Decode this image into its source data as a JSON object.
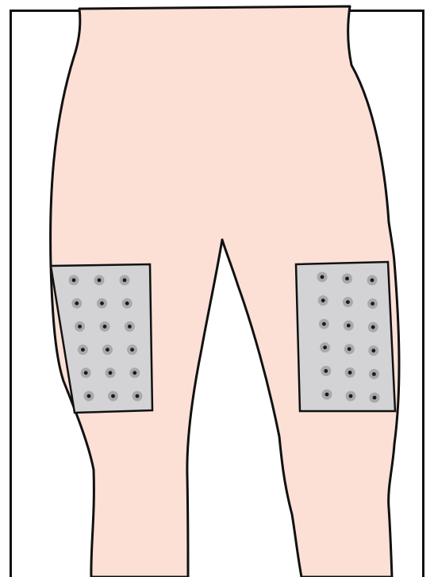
{
  "figure": {
    "subject": "legs-with-electrode-patches",
    "colors": {
      "background": "#ffffff",
      "frame": "#111111",
      "skin": "#fce0d6",
      "outline": "#111111",
      "patch": "#d3d3d6",
      "electrode_ring": "#a9a9ad",
      "electrode_center": "#1a1a1a"
    },
    "patches": [
      {
        "side": "left-thigh",
        "electrode_rows": 6,
        "electrode_cols": 3
      },
      {
        "side": "right-thigh",
        "electrode_rows": 6,
        "electrode_cols": 3
      }
    ]
  }
}
